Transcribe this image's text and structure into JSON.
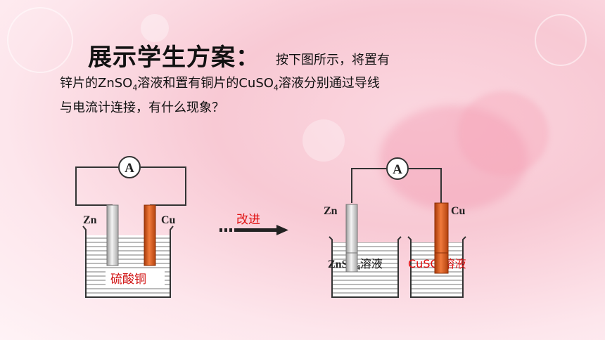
{
  "heading": "展示学生方案：",
  "intro": "按下图所示，将置有",
  "line2": {
    "pre": "锌片的ZnSO",
    "sub1": "4",
    "mid": "溶液和置有铜片的CuSO",
    "sub2": "4",
    "post": "溶液分别通过导线"
  },
  "line3": "与电流计连接，有什么现象？",
  "diagram_left": {
    "meter": "A",
    "zn": "Zn",
    "cu": "Cu",
    "solution": "硫酸铜"
  },
  "arrow": {
    "label": "改进"
  },
  "diagram_right": {
    "meter": "A",
    "zn": "Zn",
    "cu": "Cu",
    "zn_sol": {
      "a": "Zn",
      "b": "SO",
      "sub": "4",
      "c": "溶液"
    },
    "cu_sol": {
      "a": "CuS",
      "b": "O",
      "sub": "4",
      "c": "溶液"
    }
  },
  "colors": {
    "copper": "#d9541c",
    "zinc": "#cfcfcf",
    "red_text": "#e01010",
    "liquid_line": "#555555"
  }
}
